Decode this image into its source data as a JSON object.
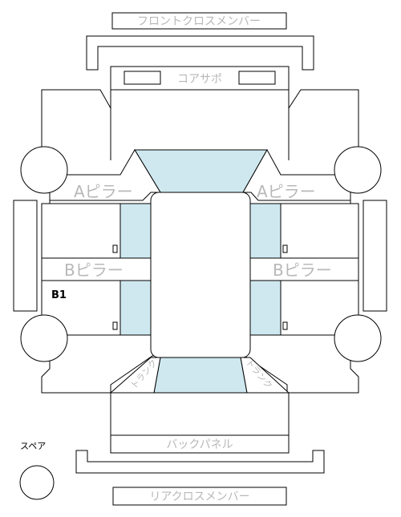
{
  "labels": {
    "front_cross_member": "フロントクロスメンバー",
    "core_support": "コアサポ",
    "a_pillar_left": "Aピラー",
    "a_pillar_right": "Aピラー",
    "b_pillar_left": "Bピラー",
    "b_pillar_right": "Bピラー",
    "b1_marker": "B1",
    "trunk_left": "トランク",
    "trunk_right": "トランク",
    "back_panel": "バックパネル",
    "spare": "スペア",
    "rear_cross_member": "リアクロスメンバー"
  },
  "colors": {
    "glass": "#cfe8ef",
    "label": "#b8b8b8",
    "line": "#000000"
  }
}
